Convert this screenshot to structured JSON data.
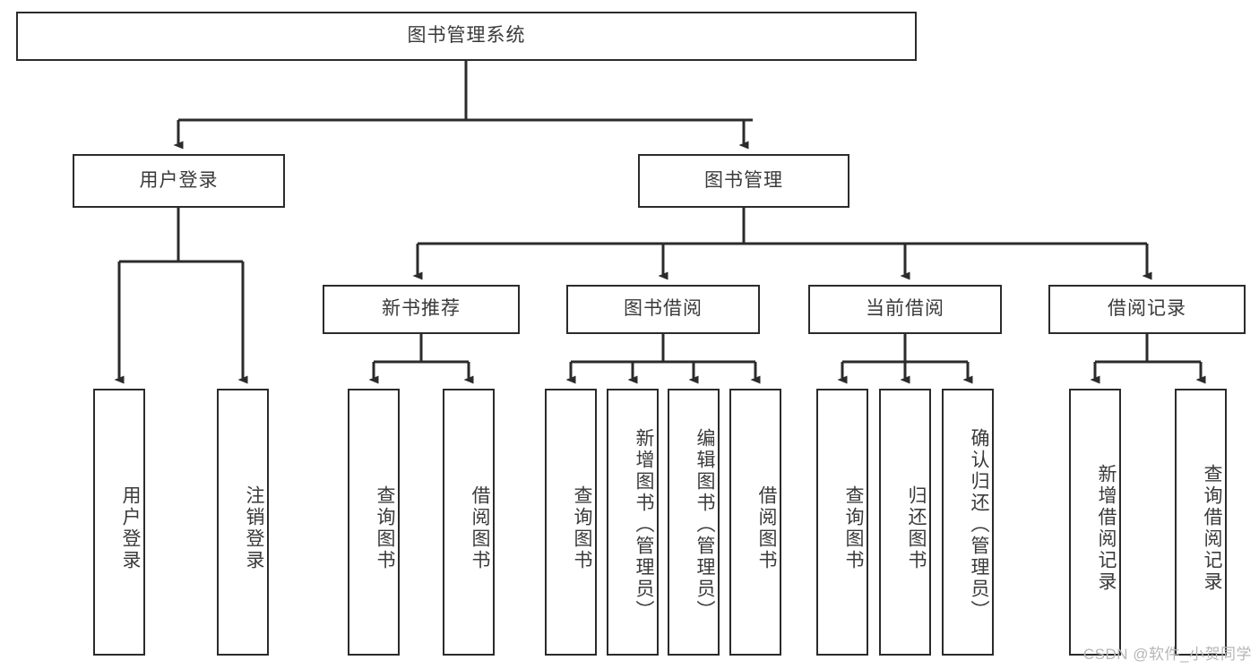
{
  "diagram": {
    "title": "图书管理系统",
    "watermark": "CSDN @软件_小贺同学",
    "colors": {
      "box_border": "#2b2b2b",
      "box_fill": "#ffffff",
      "text": "#3a3a3a",
      "edge": "#2b2b2b",
      "watermark": "#b6b6b6",
      "background": "#ffffff"
    },
    "root": {
      "label": "图书管理系统"
    },
    "level2": [
      {
        "label": "用户登录"
      },
      {
        "label": "图书管理"
      }
    ],
    "level3": [
      {
        "label": "新书推荐"
      },
      {
        "label": "图书借阅"
      },
      {
        "label": "当前借阅"
      },
      {
        "label": "借阅记录"
      }
    ],
    "leaves": [
      {
        "label": "用户登录",
        "parent": "用户登录"
      },
      {
        "label": "注销登录",
        "parent": "用户登录"
      },
      {
        "label": "查询图书",
        "parent": "新书推荐"
      },
      {
        "label": "借阅图书",
        "parent": "新书推荐"
      },
      {
        "label": "查询图书",
        "parent": "图书借阅"
      },
      {
        "label": "新增图书（管理员）",
        "parent": "图书借阅"
      },
      {
        "label": "编辑图书（管理员）",
        "parent": "图书借阅"
      },
      {
        "label": "借阅图书",
        "parent": "图书借阅"
      },
      {
        "label": "查询图书",
        "parent": "当前借阅"
      },
      {
        "label": "归还图书",
        "parent": "当前借阅"
      },
      {
        "label": "确认归还（管理员）",
        "parent": "当前借阅"
      },
      {
        "label": "新增借阅记录",
        "parent": "借阅记录"
      },
      {
        "label": "查询借阅记录",
        "parent": "借阅记录"
      }
    ]
  }
}
